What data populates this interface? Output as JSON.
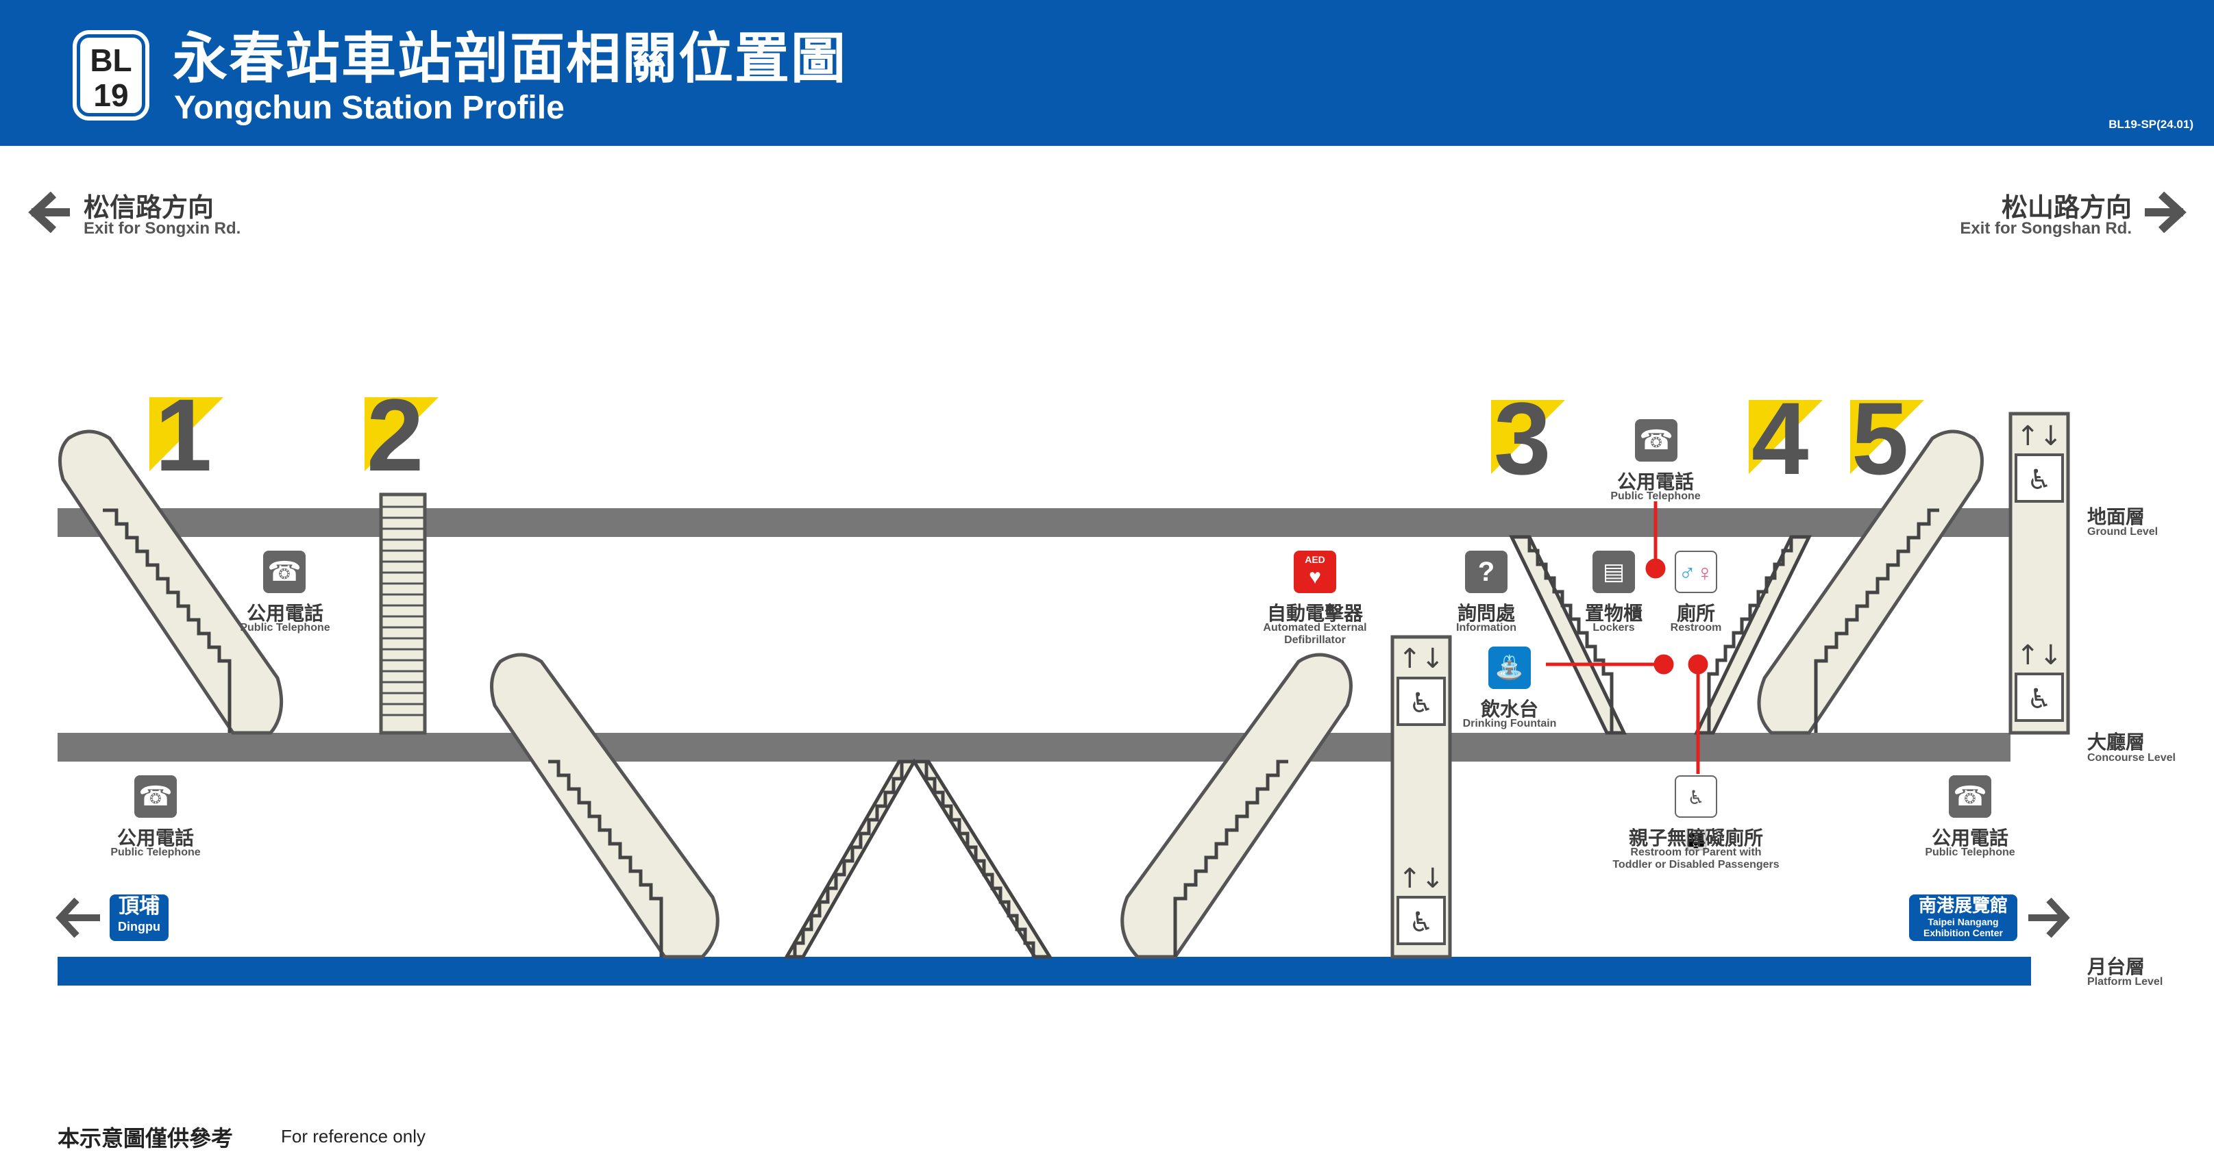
{
  "header": {
    "badge_line1": "BL",
    "badge_line2": "19",
    "title_zh": "永春站車站剖面相關位置圖",
    "title_en": "Yongchun Station Profile",
    "code": "BL19-SP(24.01)"
  },
  "directions": {
    "left_zh": "松信路方向",
    "left_en": "Exit for Songxin Rd.",
    "right_zh": "松山路方向",
    "right_en": "Exit for Songshan Rd."
  },
  "exits": [
    "1",
    "2",
    "3",
    "4",
    "5"
  ],
  "levels": [
    {
      "zh": "地面層",
      "en": "Ground Level"
    },
    {
      "zh": "大廳層",
      "en": "Concourse Level"
    },
    {
      "zh": "月台層",
      "en": "Platform Level"
    }
  ],
  "facilities": {
    "phone_ground_left": {
      "zh": "公用電話",
      "en": "Public Telephone"
    },
    "phone_ground_right": {
      "zh": "公用電話",
      "en": "Public Telephone"
    },
    "phone_concourse_left": {
      "zh": "公用電話",
      "en": "Public Telephone"
    },
    "phone_concourse_right": {
      "zh": "公用電話",
      "en": "Public Telephone"
    },
    "aed": {
      "zh": "自動電擊器",
      "en1": "Automated External",
      "en2": "Defibrillator",
      "icon_text": "AED"
    },
    "information": {
      "zh": "詢問處",
      "en": "Information"
    },
    "lockers": {
      "zh": "置物櫃",
      "en": "Lockers"
    },
    "restroom": {
      "zh": "廁所",
      "en": "Restroom"
    },
    "fountain": {
      "zh": "飲水台",
      "en": "Drinking Fountain"
    },
    "family_restroom": {
      "zh": "親子無障礙廁所",
      "en1": "Restroom for Parent with",
      "en2": "Toddler or Disabled Passengers"
    }
  },
  "destinations": {
    "left": {
      "zh": "頂埔",
      "en": "Dingpu"
    },
    "right": {
      "zh": "南港展覽館",
      "en1": "Taipei Nangang",
      "en2": "Exhibition Center"
    }
  },
  "footer": {
    "zh": "本示意圖僅供參考",
    "en": "For reference only"
  },
  "colors": {
    "brand_blue": "#0659ad",
    "slab_gray": "#777777",
    "structure_fill": "#eeebdf",
    "exit_yellow": "#f6d500",
    "aed_red": "#e3201b",
    "connector_red": "#e3201b"
  }
}
